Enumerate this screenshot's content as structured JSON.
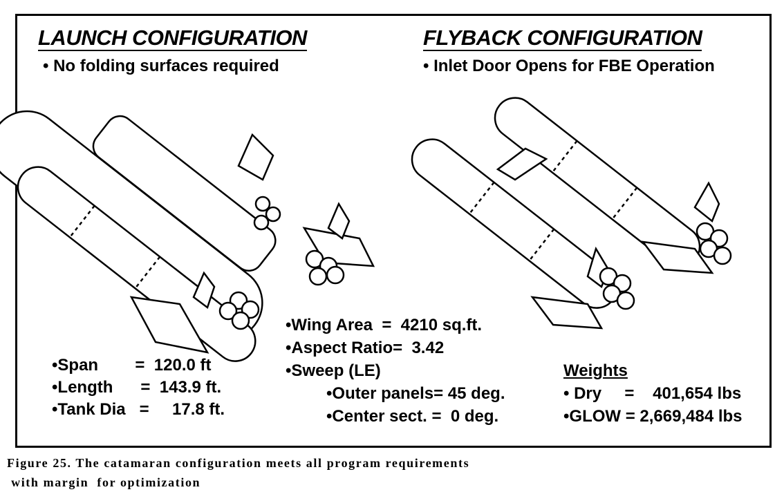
{
  "launch": {
    "title": "LAUNCH CONFIGURATION",
    "bullet": "• No folding surfaces required",
    "specs": [
      "•Span        =  120.0 ft",
      "•Length      =  143.9 ft.",
      "•Tank Dia   =     17.8 ft."
    ]
  },
  "flyback": {
    "title": "FLYBACK CONFIGURATION",
    "bullet": "• Inlet Door Opens for FBE Operation"
  },
  "wing": {
    "area": "•Wing Area  =  4210 sq.ft.",
    "aspect": "•Aspect Ratio=  3.42",
    "sweep": "•Sweep (LE)",
    "outer": "•Outer panels= 45 deg.",
    "center": "•Center sect. =  0 deg."
  },
  "weights": {
    "title": "Weights",
    "dry": "• Dry     =    401,654 lbs",
    "glow": "•GLOW = 2,669,484 lbs"
  },
  "caption": {
    "line1": "Figure 25. The catamaran configuration meets all program requirements",
    "line2": " with margin  for optimization"
  }
}
